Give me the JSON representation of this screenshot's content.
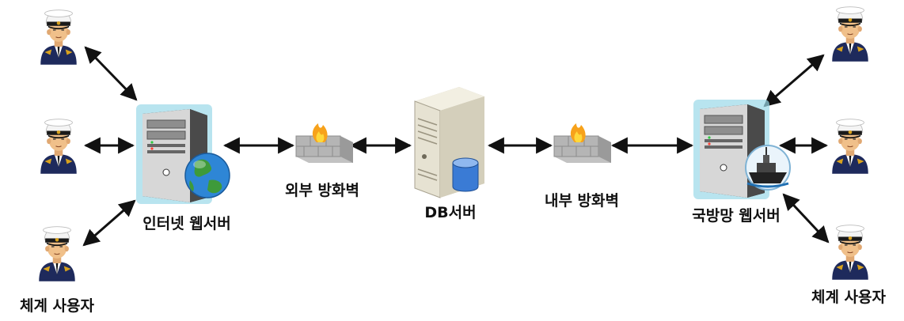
{
  "labels": {
    "internet_web_server": "인터넷 웹서버",
    "external_firewall": "외부 방화벽",
    "db_server": "DB서버",
    "internal_firewall": "내부 방화벽",
    "defense_web_server": "국방망 웹서버",
    "system_users_left": "체계 사용자",
    "system_users_right": "체계 사용자"
  },
  "colors": {
    "arrow": "#111111",
    "uniform": "#1e2a5c",
    "cap_white": "#f4f4f4",
    "cap_brim": "#1a1a1a",
    "skin": "#f0c08a",
    "tower_dark": "#3a3a3a",
    "tower_glow": "#9ad8e8",
    "db_tower": "#e6e2d2",
    "firewall_brick": "#b9b9b9",
    "flame": "#f7a21b",
    "globe_water": "#2e86d6",
    "globe_land": "#3e9a3a"
  },
  "icons": [
    "user-icon",
    "server-icon",
    "globe-icon",
    "firewall-icon",
    "database-icon",
    "ship-icon"
  ]
}
